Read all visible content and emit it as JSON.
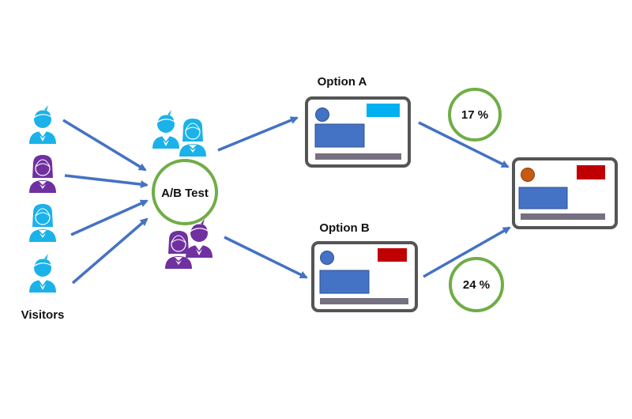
{
  "labels": {
    "visitors": "Visitors",
    "ab_test": "A/B Test",
    "option_a": "Option A",
    "option_b": "Option B",
    "rate_a": "17 %",
    "rate_b": "24 %"
  },
  "colors": {
    "arrow": "#4472c4",
    "circle": "#70ad47",
    "frame": "#555555",
    "visitor_cyan": "#1ab2e8",
    "visitor_purple": "#7030a0",
    "button_a": "#00b0f0",
    "button_b": "#c00000",
    "accent_result": "#c55a11",
    "panel_blue": "#4472c4",
    "bar_gray": "#767180"
  },
  "icons": {
    "visitor": "person-icon",
    "pair": "people-group-icon"
  }
}
